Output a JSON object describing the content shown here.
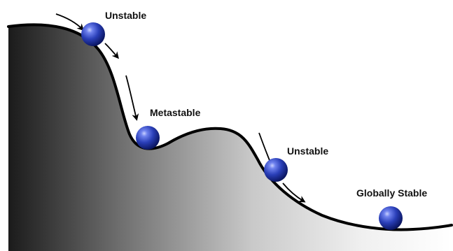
{
  "labels": {
    "unstable_top": "Unstable",
    "metastable": "Metastable",
    "unstable_right": "Unstable",
    "globally_stable": "Globally Stable"
  },
  "colors": {
    "curve": "#000000",
    "ball_highlight": "#9aa9ff",
    "ball_mid": "#2a3fb8",
    "ball_shadow": "#0a1560",
    "fill_dark": "#1b1b1b",
    "fill_light": "#ffffff"
  }
}
